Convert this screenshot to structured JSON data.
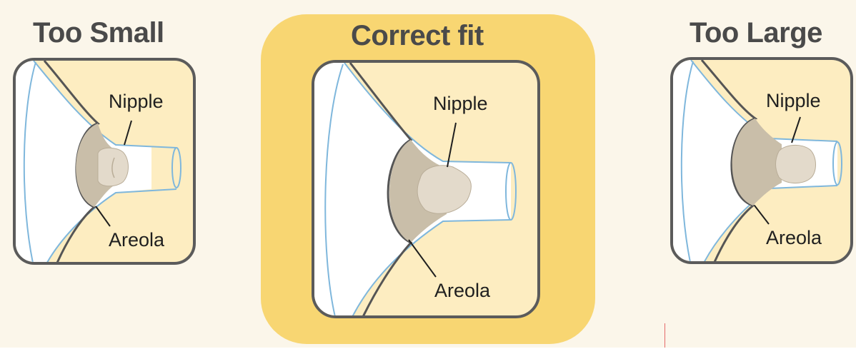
{
  "colors": {
    "background": "#fbf6ea",
    "highlight": "#f8d672",
    "panel_fill": "#fdedc1",
    "panel_border": "#5b5b5b",
    "flange_blue": "#7fb7dc",
    "areola": "#c9bea9",
    "nipple": "#e3dacb",
    "title_text": "#4a4a4a"
  },
  "panels": [
    {
      "id": "too-small",
      "title": "Too Small",
      "nipple_label": "Nipple",
      "areola_label": "Areola"
    },
    {
      "id": "correct-fit",
      "title": "Correct fit",
      "nipple_label": "Nipple",
      "areola_label": "Areola"
    },
    {
      "id": "too-large",
      "title": "Too Large",
      "nipple_label": "Nipple",
      "areola_label": "Areola"
    }
  ]
}
